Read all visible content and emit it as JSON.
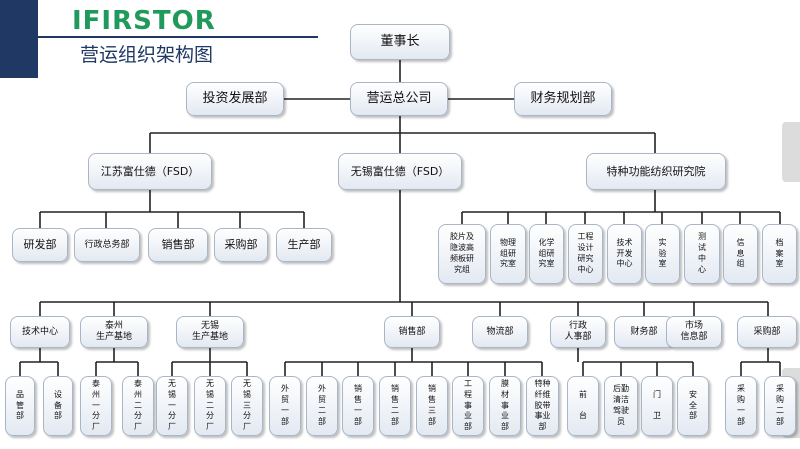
{
  "header": {
    "logo": "IFIRSTOR",
    "title": "营运组织架构图"
  },
  "nodes": {
    "chairman": "董事长",
    "investment_dept": "投资发展部",
    "head_company": "营运总公司",
    "finance_planning_dept": "财务规划部",
    "jiangsu_fsd": "江苏富仕德（FSD）",
    "wuxi_fsd": "无锡富仕德（FSD）",
    "institute": "特种功能纺织研究院",
    "js_rd": "研发部",
    "js_admin": "行政总务部",
    "js_sales": "销售部",
    "js_purchase": "采购部",
    "js_production": "生产部",
    "lab_film": "胶片及\n隐波高\n频板研\n究组",
    "lab_physics": "物理\n组研\n究室",
    "lab_chem": "化学\n组研\n究室",
    "lab_engineering": "工程\n设计\n研究\n中心",
    "lab_tech": "技术\n开发\n中心",
    "lab_experiment": "实\n验\n室",
    "lab_testing": "测\n试\n中\n心",
    "lab_info": "信\n息\n组",
    "lab_archive": "档\n案\n室",
    "tech_center": "技术中心",
    "taizhou_base": "泰州\n生产基地",
    "wuxi_base": "无锡\n生产基地",
    "sales_dept": "销售部",
    "logistics_dept": "物流部",
    "admin_hr_dept": "行政\n人事部",
    "finance_dept": "财务部",
    "market_info_dept": "市场\n信息部",
    "purchasing_dept": "采购部",
    "quality_dept": "品\n管\n部",
    "equipment_dept": "设\n备\n部",
    "tz_factory_1": "泰\n州\n一\n分\n厂",
    "tz_factory_2": "泰\n州\n二\n分\n厂",
    "wx_factory_1": "无\n锡\n一\n分\n厂",
    "wx_factory_2": "无\n锡\n二\n分\n厂",
    "wx_factory_3": "无\n锡\n三\n分\n厂",
    "foreign_trade_1": "外\n贸\n一\n部",
    "foreign_trade_2": "外\n贸\n二\n部",
    "sales_1": "销\n售\n一\n部",
    "sales_2": "销\n售\n二\n部",
    "sales_3": "销\n售\n三\n部",
    "engineering_biz": "工\n程\n事\n业\n部",
    "adhesive_biz": "膜\n材\n事\n业\n部",
    "special_fiber_biz": "特种\n纤维\n胶带\n事业\n部",
    "front_desk": "前\n\n台",
    "logistics_support": "后勤\n清洁\n驾驶\n员",
    "gatekeeper": "门\n\n卫",
    "safety_dept": "安\n全\n部",
    "purchasing_1": "采\n购\n一\n部",
    "purchasing_2": "采\n购\n二\n部"
  }
}
